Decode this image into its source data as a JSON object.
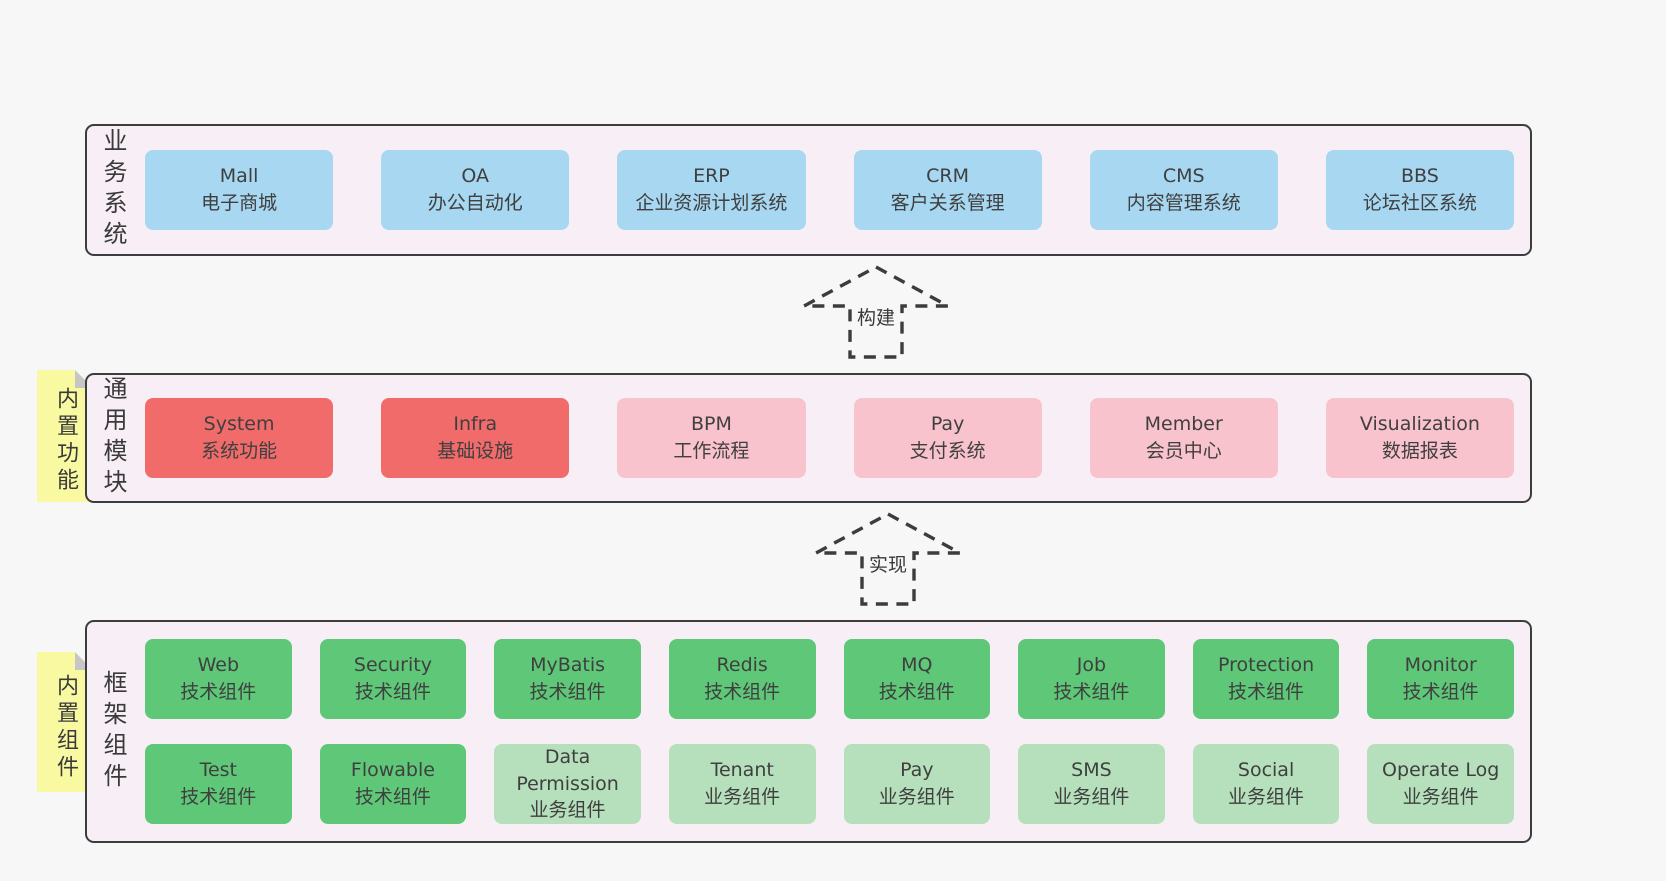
{
  "bands": [
    {
      "label": "业务系统",
      "boxes": [
        {
          "title": "Mall",
          "subtitle": "电子商城"
        },
        {
          "title": "OA",
          "subtitle": "办公自动化"
        },
        {
          "title": "ERP",
          "subtitle": "企业资源计划系统"
        },
        {
          "title": "CRM",
          "subtitle": "客户关系管理"
        },
        {
          "title": "CMS",
          "subtitle": "内容管理系统"
        },
        {
          "title": "BBS",
          "subtitle": "论坛社区系统"
        }
      ]
    },
    {
      "label": "通用模块",
      "sticky": "内置功能",
      "boxes": [
        {
          "title": "System",
          "subtitle": "系统功能"
        },
        {
          "title": "Infra",
          "subtitle": "基础设施"
        },
        {
          "title": "BPM",
          "subtitle": "工作流程"
        },
        {
          "title": "Pay",
          "subtitle": "支付系统"
        },
        {
          "title": "Member",
          "subtitle": "会员中心"
        },
        {
          "title": "Visualization",
          "subtitle": "数据报表"
        }
      ]
    },
    {
      "label": "框架组件",
      "sticky": "内置组件",
      "rows": [
        {
          "boxes": [
            {
              "title": "Web",
              "subtitle": "技术组件"
            },
            {
              "title": "Security",
              "subtitle": "技术组件"
            },
            {
              "title": "MyBatis",
              "subtitle": "技术组件"
            },
            {
              "title": "Redis",
              "subtitle": "技术组件"
            },
            {
              "title": "MQ",
              "subtitle": "技术组件"
            },
            {
              "title": "Job",
              "subtitle": "技术组件"
            },
            {
              "title": "Protection",
              "subtitle": "技术组件"
            },
            {
              "title": "Monitor",
              "subtitle": "技术组件"
            }
          ]
        },
        {
          "boxes": [
            {
              "title": "Test",
              "subtitle": "技术组件"
            },
            {
              "title": "Flowable",
              "subtitle": "技术组件"
            },
            {
              "title": "Data Permission",
              "subtitle": "业务组件"
            },
            {
              "title": "Tenant",
              "subtitle": "业务组件"
            },
            {
              "title": "Pay",
              "subtitle": "业务组件"
            },
            {
              "title": "SMS",
              "subtitle": "业务组件"
            },
            {
              "title": "Social",
              "subtitle": "业务组件"
            },
            {
              "title": "Operate Log",
              "subtitle": "业务组件"
            }
          ]
        }
      ]
    }
  ],
  "arrows": [
    {
      "label": "构建"
    },
    {
      "label": "实现"
    }
  ],
  "colors": {
    "page_bg": "#f7f7f7",
    "panel_bg": "#f8eef6",
    "panel_border": "#3d3d3d",
    "blue": "#a7d7f1",
    "red": "#f26b6b",
    "pink": "#f9c3cd",
    "green": "#5fc878",
    "green_light": "#b5e0bb",
    "sticky_yellow": "#f9f9a2"
  }
}
